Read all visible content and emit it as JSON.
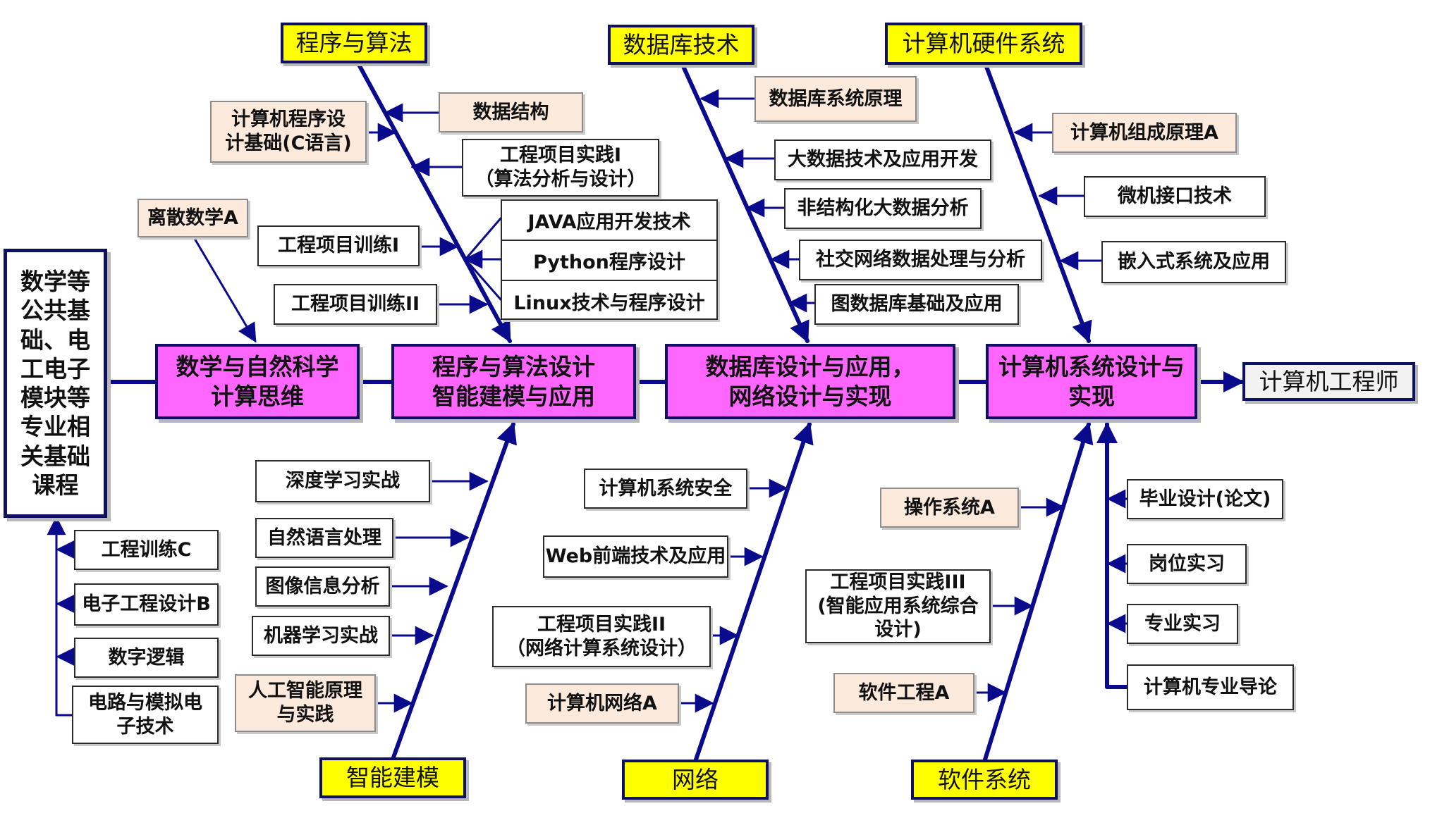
{
  "colors": {
    "line": "#0a0a8c",
    "head_fill": "#ff66ff",
    "category_fill": "#ffff00",
    "course_fill": "#fbe9dc"
  },
  "foundation": "数学等\n公共基\n础、电\n工电子\n模块等\n专业相\n关基础\n课程",
  "target": "计算机工程师",
  "spine": [
    "数学与自然科学\n计算思维",
    "程序与算法设计\n智能建模与应用",
    "数据库设计与应用，\n网络设计与实现",
    "计算机系统设计与\n实现"
  ],
  "categories": {
    "program": "程序与算法",
    "database": "数据库技术",
    "hardware": "计算机硬件系统",
    "ai": "智能建模",
    "network": "网络",
    "software": "软件系统"
  },
  "courses": {
    "discrete_math": "离散数学A",
    "c_programming": "计算机程序设\n计基础(C语言)",
    "data_structure": "数据结构",
    "project_practice_1": "工程项目实践I\n（算法分析与设计）",
    "java": "JAVA应用开发技术",
    "python": "Python程序设计",
    "linux": "Linux技术与程序设计",
    "engineering_training_1": "工程项目训练I",
    "engineering_training_2": "工程项目训练II",
    "db_principles": "数据库系统原理",
    "big_data": "大数据技术及应用开发",
    "unstructured": "非结构化大数据分析",
    "social_network": "社交网络数据处理与分析",
    "graph_db": "图数据库基础及应用",
    "computer_organization": "计算机组成原理A",
    "microcomputer": "微机接口技术",
    "embedded": "嵌入式系统及应用",
    "deep_learning": "深度学习实战",
    "nlp": "自然语言处理",
    "image_analysis": "图像信息分析",
    "machine_learning": "机器学习实战",
    "ai_principles": "人工智能原理\n与实践",
    "security": "计算机系统安全",
    "web": "Web前端技术及应用",
    "project_practice_2": "工程项目实践II\n（网络计算系统设计）",
    "computer_network": "计算机网络A",
    "os": "操作系统A",
    "project_practice_3": "工程项目实践III\n(智能应用系统综合\n设计)",
    "software_eng": "软件工程A",
    "graduation": "毕业设计(论文)",
    "internship": "岗位实习",
    "professional_practice": "专业实习",
    "intro": "计算机专业导论",
    "eng_training_c": "工程训练C",
    "electronic_design": "电子工程设计B",
    "digital_logic": "数字逻辑",
    "circuits": "电路与模拟电\n子技术"
  }
}
